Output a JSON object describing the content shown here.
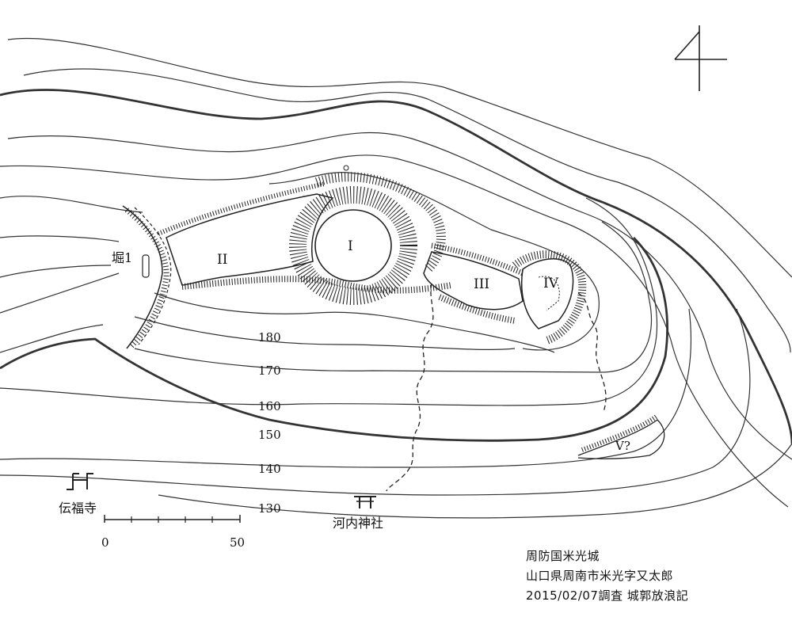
{
  "map": {
    "enclosures": [
      "I",
      "II",
      "III",
      "IV",
      "V?"
    ],
    "moat_label": "堀1",
    "contour_labels": [
      "180",
      "170",
      "160",
      "150",
      "140",
      "130"
    ],
    "landmarks": {
      "temple": "伝福寺",
      "shrine": "河内神社"
    },
    "scale": {
      "start": "0",
      "end": "50"
    },
    "north_arrow": "north-arrow-icon"
  },
  "caption": {
    "title": "周防国米光城",
    "address": "山口県周南市米光字又太郎",
    "survey": "2015/02/07調査 城郭放浪記"
  }
}
